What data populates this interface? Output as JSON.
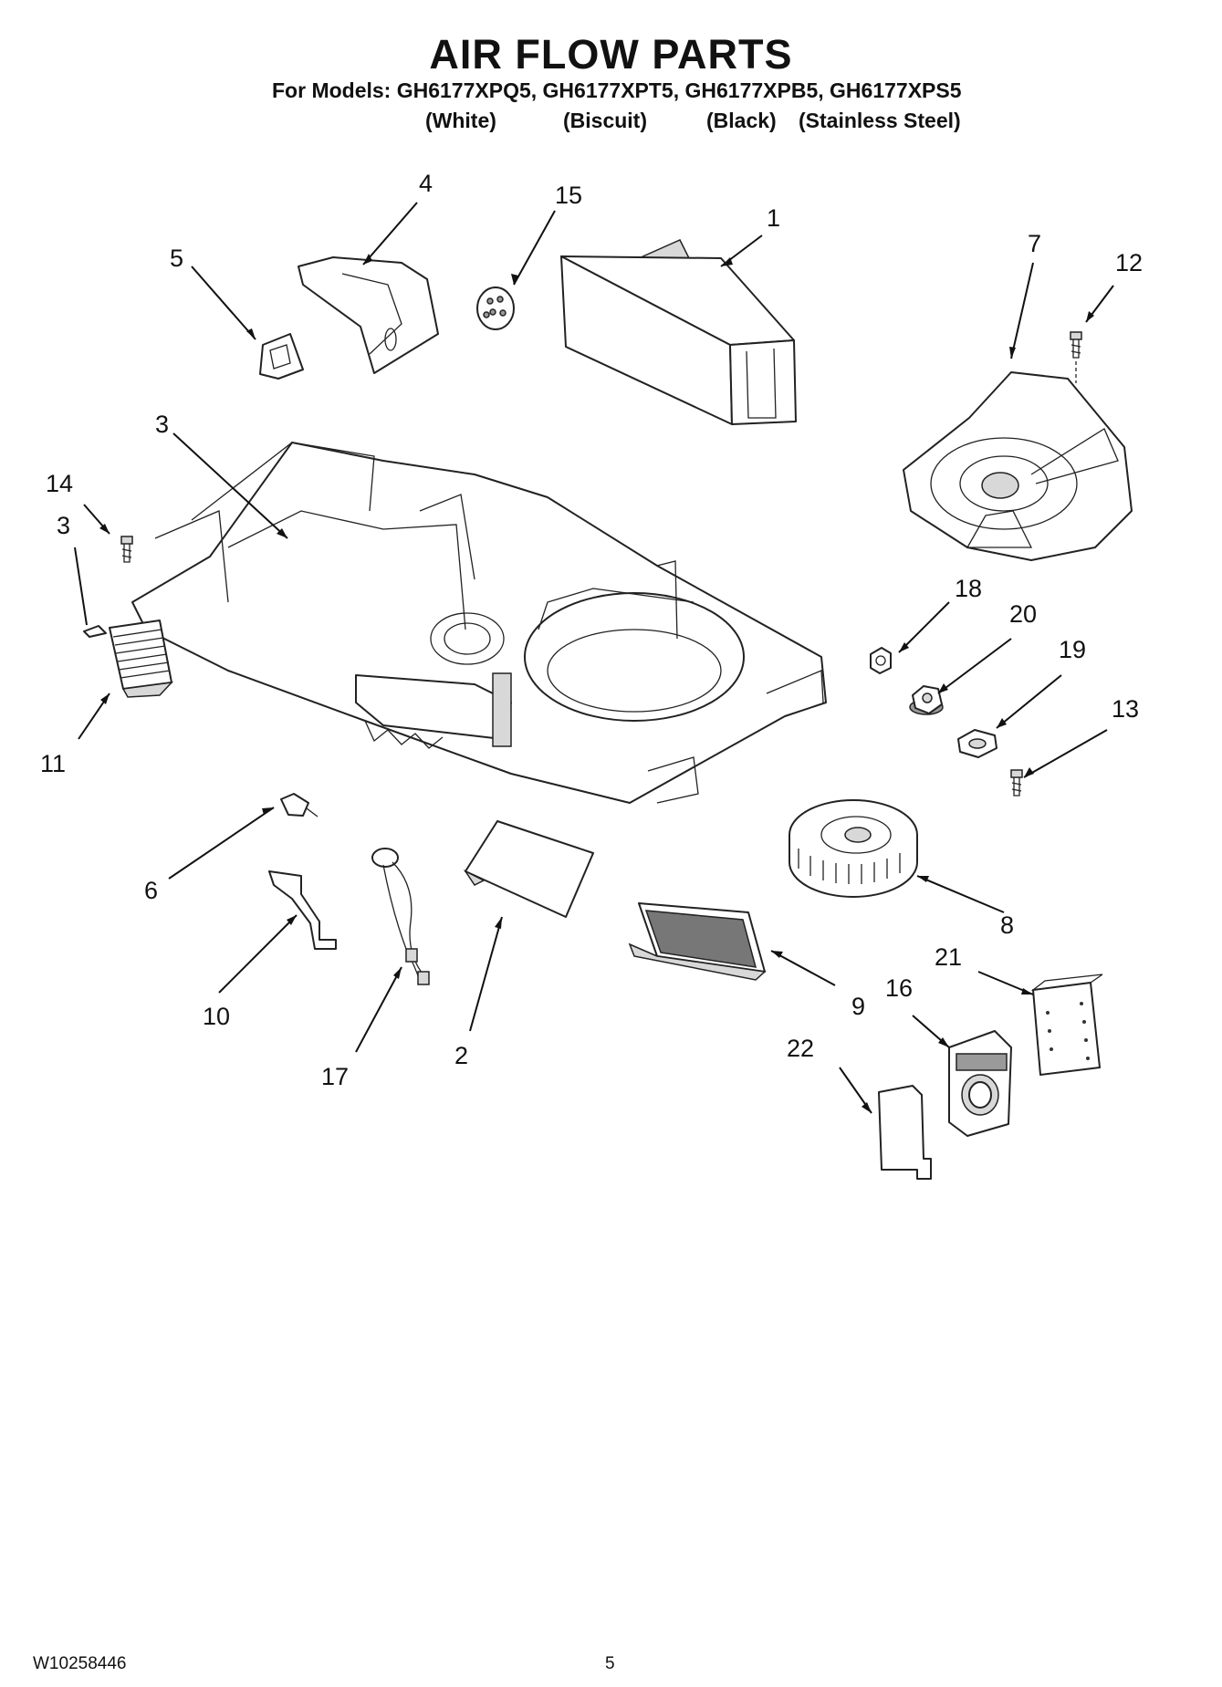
{
  "title": "AIR FLOW PARTS",
  "models_line": "For Models: GH6177XPQ5, GH6177XPT5, GH6177XPB5, GH6177XPS5",
  "colors": [
    "(White)",
    "(Biscuit)",
    "(Black)",
    "(Stainless Steel)"
  ],
  "callouts": [
    "1",
    "2",
    "3",
    "3",
    "4",
    "5",
    "6",
    "7",
    "8",
    "9",
    "10",
    "11",
    "12",
    "13",
    "14",
    "15",
    "16",
    "17",
    "18",
    "19",
    "20",
    "21",
    "22"
  ],
  "footer": {
    "doc_number": "W10258446",
    "page_number": "5"
  }
}
